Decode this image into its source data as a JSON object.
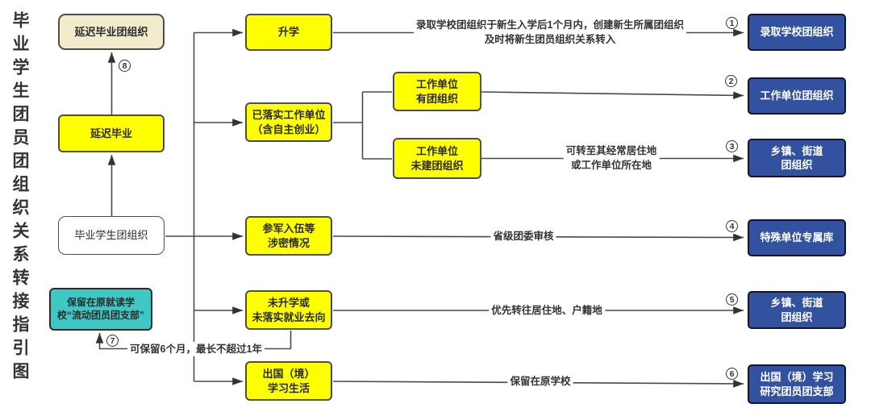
{
  "title": "毕业学生团员团组织关系转接指引图",
  "nodes": {
    "deferred_grad_org": "延迟毕业团组织",
    "deferred_grad": "延迟毕业",
    "graduating_org": "毕业学生团组织",
    "retain_l1": "保留在原就读学",
    "retain_l2": "校“流动团员团支部”",
    "further_study": "升学",
    "employed_l1": "已落实工作单位",
    "employed_l2": "（含自主创业）",
    "work_has_org_l1": "工作单位",
    "work_has_org_l2": "有团组织",
    "work_no_org_l1": "工作单位",
    "work_no_org_l2": "未建团组织",
    "military_l1": "参军入伍等",
    "military_l2": "涉密情况",
    "unemployed_l1": "未升学或",
    "unemployed_l2": "未落实就业去向",
    "abroad_l1": "出国（境）",
    "abroad_l2": "学习生活",
    "dest_school": "录取学校团组织",
    "dest_work": "工作单位团组织",
    "dest_town_l1": "乡镇、街道",
    "dest_town_l2": "团组织",
    "dest_special": "特殊单位专属库",
    "dest_town2_l1": "乡镇、街道",
    "dest_town2_l2": "团组织",
    "dest_abroad_l1": "出国（境）学习",
    "dest_abroad_l2": "研究团员团支部"
  },
  "annotations": {
    "enroll_l1": "录取学校团组织于新生入学后1个月内，创建新生所属团组织",
    "enroll_l2": "及时将新生团员组织关系转入",
    "transfer_l1": "可转至其经常居住地",
    "transfer_l2": "或工作单位所在地",
    "province_review": "省级团委审核",
    "priority_transfer": "优先转往居住地、户籍地",
    "keep_school": "保留在原学校",
    "keep_6months": "可保留6个月，最长不超过1年"
  },
  "badges": {
    "n1": "1",
    "n2": "2",
    "n3": "3",
    "n4": "4",
    "n5": "5",
    "n6": "6",
    "n7": "7",
    "n8": "8"
  },
  "colors": {
    "branch_yellow": "#FFFF00",
    "deferred_beige": "#F2ECCC",
    "retain_teal": "#3FC7C3",
    "destination_blue": "#32519E",
    "line_gray": "#4a4a4a"
  }
}
